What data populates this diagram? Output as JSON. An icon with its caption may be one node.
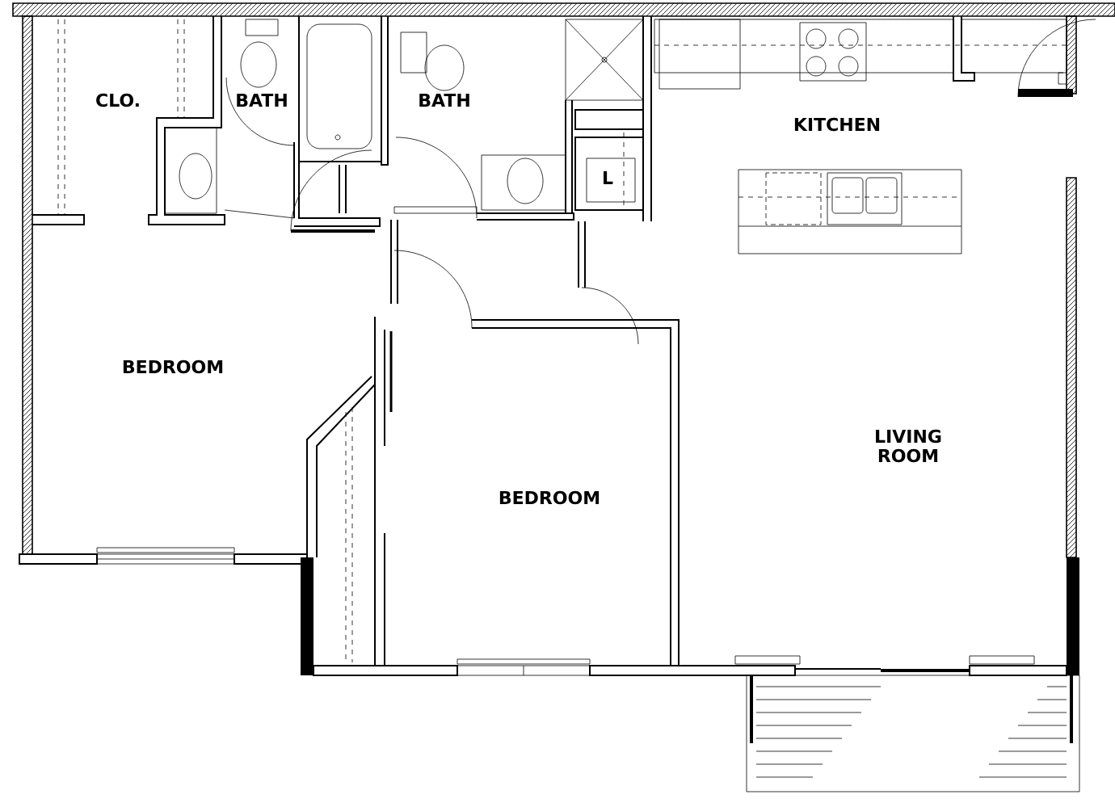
{
  "diagram": {
    "labels": [
      "CLO.",
      "BATH",
      "BATH",
      "L",
      "KITCHEN",
      "BEDROOM",
      "LIVING ROOM",
      "BEDROOM"
    ]
  }
}
